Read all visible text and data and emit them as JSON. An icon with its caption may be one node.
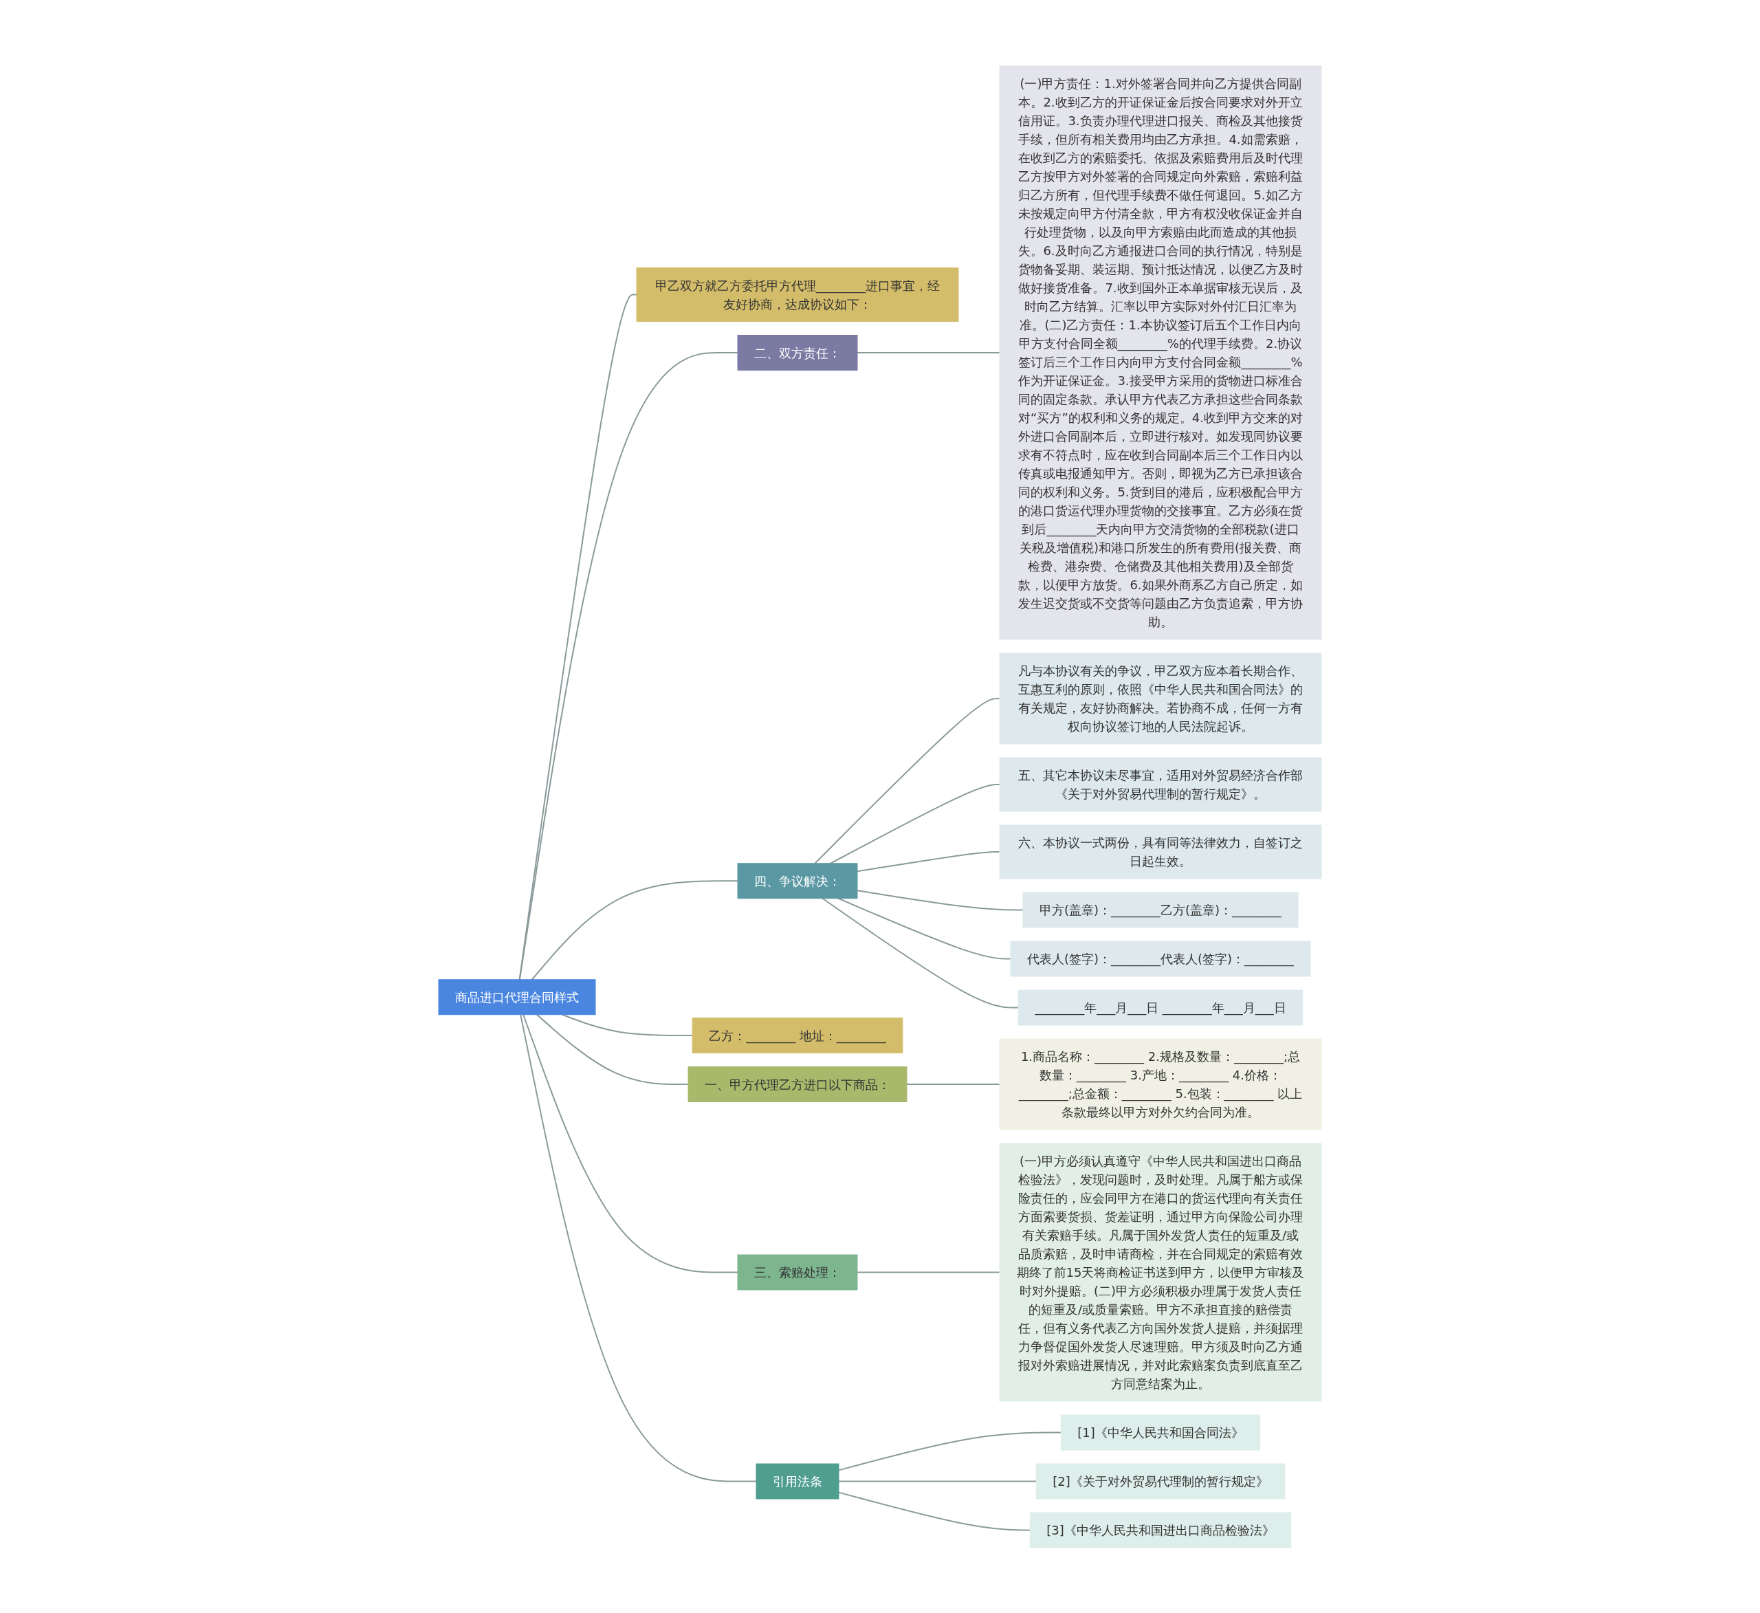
{
  "diagram": {
    "nodes": [
      {
        "text": [
          "商品进口代理合同样式"
        ]
      },
      {
        "text": [
          "甲乙双方就乙方委托甲方代理________进口事宜，经友好协商，达成协议如下："
        ]
      },
      {
        "text": [
          "二、双方责任："
        ]
      },
      {
        "text": [
          "(一)甲方责任：1.对外签署合同并向乙方提供合同副本。2.收到乙方的开证保证金后按合同要求对外开立信用证。3.负责办理代理进口报关、商检及其他接货手续，但所有相关费用均由乙方承担。4.如需索赔，在收到乙方的索赔委托、依据及索赔费用后及时代理乙方按甲方对外签署的合同规定向外索赔，索赔利益归乙方所有，但代理手续费不做任何退回。5.如乙方未按规定向甲方付清全款，甲方有权没收保证金并自行处理货物，以及向甲方索赔由此而造成的其他损失。6.及时向乙方通报进口合同的执行情况，特别是货物备妥期、装运期、预计抵达情况，以便乙方及时做好接货准备。7.收到国外正本单据审核无误后，及时向乙方结算。汇率以甲方实际对外付汇日汇率为准。(二)乙方责任：1.本协议签订后五个工作日内向甲方支付合同全额________%的代理手续费。2.协议签订后三个工作日内向甲方支付合同金额________%作为开证保证金。3.接受甲方采用的货物进口标准合同的固定条款。承认甲方代表乙方承担这些合同条款对“买方”的权利和义务的规定。4.收到甲方交来的对外进口合同副本后，立即进行核对。如发现同协议要求有不符点时，应在收到合同副本后三个工作日内以传真或电报通知甲方。否则，即视为乙方已承担该合同的权利和义务。5.货到目的港后，应积极配合甲方的港口货运代理办理货物的交接事宜。乙方必须在货到后________天内向甲方交清货物的全部税款(进口关税及增值税)和港口所发生的所有费用(报关费、商检费、港杂费、仓储费及其他相关费用)及全部货款，以便甲方放货。6.如果外商系乙方自己所定，如发生迟交货或不交货等问题由乙方负责追索，甲方协助。"
        ]
      },
      {
        "text": [
          "四、争议解决："
        ]
      },
      {
        "text": [
          "凡与本协议有关的争议，甲乙双方应本着长期合作、互惠互利的原则，依照《中华人民共和国合同法》的有关规定，友好协商解决。若协商不成，任何一方有权向协议签订地的人民法院起诉。"
        ]
      },
      {
        "text": [
          "五、其它本协议未尽事宜，适用对外贸易经济合作部《关于对外贸易代理制的暂行规定》。"
        ]
      },
      {
        "text": [
          "六、本协议一式两份，具有同等法律效力，自签订之日起生效。"
        ]
      },
      {
        "text": [
          "甲方(盖章)：________乙方(盖章)：________"
        ]
      },
      {
        "text": [
          "代表人(签字)：________代表人(签字)：________"
        ]
      },
      {
        "text": [
          "________年___月___日 ________年___月___日"
        ]
      },
      {
        "text": [
          "乙方：________ 地址：________"
        ]
      },
      {
        "text": [
          "一、甲方代理乙方进口以下商品："
        ]
      },
      {
        "text": [
          "1.商品名称：________ 2.规格及数量：________;总数量：________ 3.产地：________ 4.价格：________;总金额：________ 5.包装：________ 以上条款最终以甲方对外欠约合同为准。"
        ]
      },
      {
        "text": [
          "三、索赔处理："
        ]
      },
      {
        "text": [
          "(一)甲方必须认真遵守《中华人民共和国进出口商品检验法》，发现问题时，及时处理。凡属于船方或保险责任的，应会同甲方在港口的货运代理向有关责任方面索要货损、货差证明，通过甲方向保险公司办理有关索赔手续。凡属于国外发货人责任的短重及/或品质索赔，及时申请商检，并在合同规定的索赔有效期终了前15天将商检证书送到甲方，以便甲方审核及时对外提赔。(二)甲方必须积极办理属于发货人责任的短重及/或质量索赔。甲方不承担直接的赔偿责任，但有义务代表乙方向国外发货人提赔，并须据理力争督促国外发货人尽速理赔。甲方须及时向乙方通报对外索赔进展情况，并对此索赔案负责到底直至乙方同意结案为止。"
        ]
      },
      {
        "text": [
          "引用法条"
        ]
      },
      {
        "text": [
          "[1]《中华人民共和国合同法》"
        ]
      },
      {
        "text": [
          "[2]《关于对外贸易代理制的暂行规定》"
        ]
      },
      {
        "text": [
          "[3]《中华人民共和国进出口商品检验法》"
        ]
      }
    ],
    "edges": [
      {
        "from": 0,
        "to": 1,
        "arrow": "none"
      },
      {
        "from": 0,
        "to": 2,
        "arrow": "none"
      },
      {
        "from": 2,
        "to": 3,
        "arrow": "none"
      },
      {
        "from": 0,
        "to": 4,
        "arrow": "none"
      },
      {
        "from": 4,
        "to": 5,
        "arrow": "none"
      },
      {
        "from": 4,
        "to": 6,
        "arrow": "none"
      },
      {
        "from": 4,
        "to": 7,
        "arrow": "none"
      },
      {
        "from": 4,
        "to": 8,
        "arrow": "none"
      },
      {
        "from": 4,
        "to": 9,
        "arrow": "none"
      },
      {
        "from": 4,
        "to": 10,
        "arrow": "none"
      },
      {
        "from": 0,
        "to": 11,
        "arrow": "none"
      },
      {
        "from": 0,
        "to": 12,
        "arrow": "none"
      },
      {
        "from": 12,
        "to": 13,
        "arrow": "none"
      },
      {
        "from": 0,
        "to": 14,
        "arrow": "none"
      },
      {
        "from": 14,
        "to": 15,
        "arrow": "none"
      },
      {
        "from": 0,
        "to": 16,
        "arrow": "none"
      },
      {
        "from": 16,
        "to": 17,
        "arrow": "none"
      },
      {
        "from": 16,
        "to": 18,
        "arrow": "none"
      },
      {
        "from": 16,
        "to": 19,
        "arrow": "none"
      }
    ]
  }
}
